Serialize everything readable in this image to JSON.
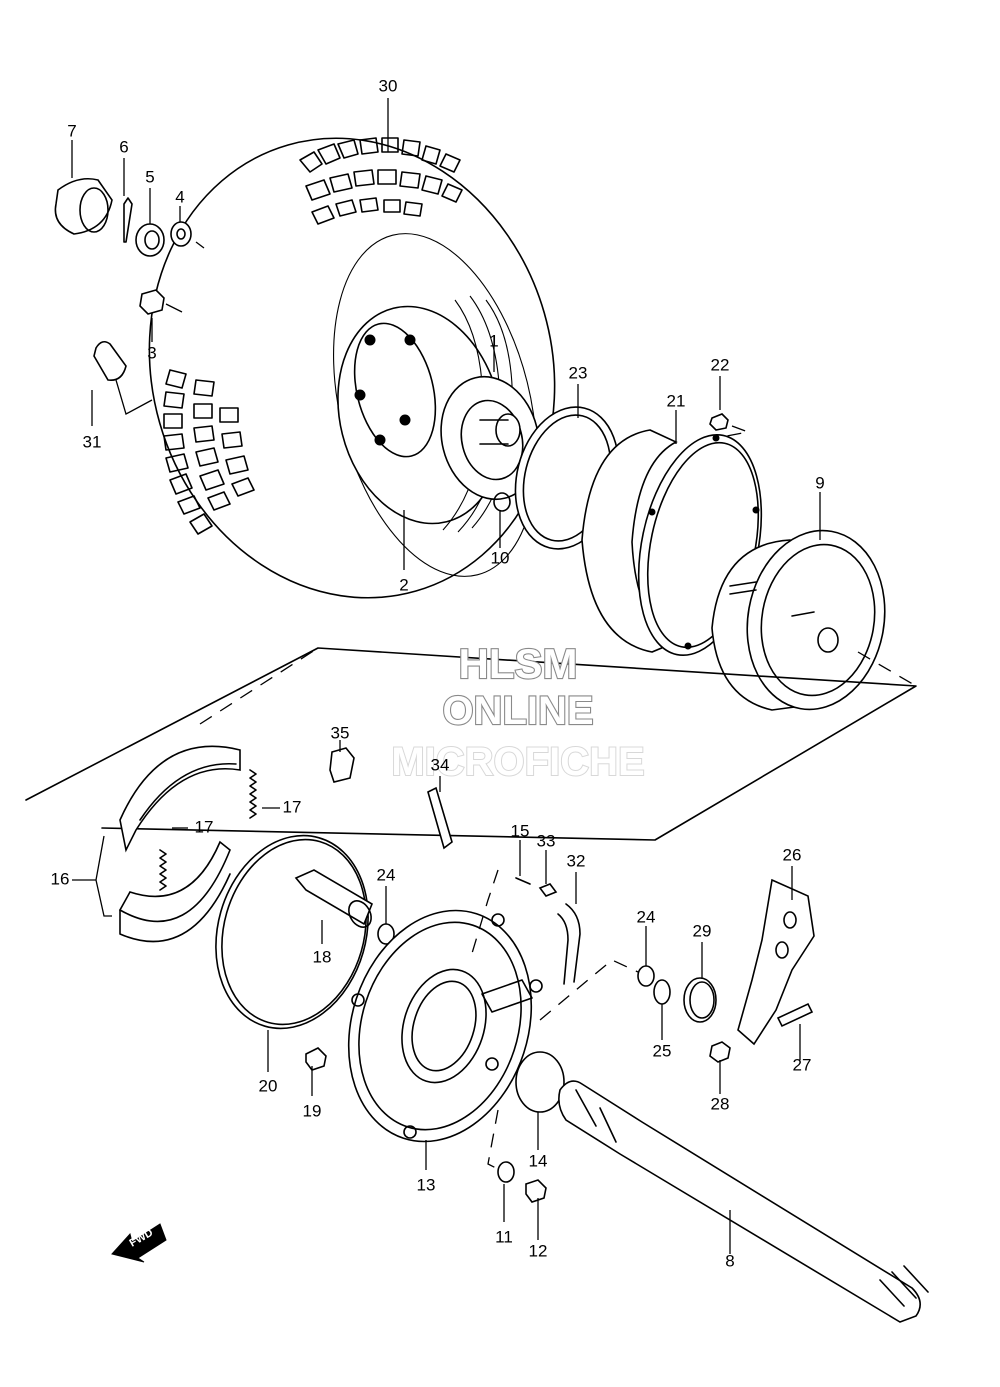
{
  "watermark": {
    "line1": "HLSM",
    "line2": "ONLINE",
    "line3": "MICROFICHE"
  },
  "fwd_label": "FWD",
  "callouts": {
    "c30": "30",
    "c7": "7",
    "c6": "6",
    "c5": "5",
    "c4": "4",
    "c3": "3",
    "c31": "31",
    "c1": "1",
    "c2": "2",
    "c10": "10",
    "c23": "23",
    "c22": "22",
    "c21": "21",
    "c9": "9",
    "c35": "35",
    "c34": "34",
    "c17a": "17",
    "c17b": "17",
    "c16": "16",
    "c24a": "24",
    "c18": "18",
    "c20": "20",
    "c19": "19",
    "c15": "15",
    "c33": "33",
    "c32": "32",
    "c24b": "24",
    "c29": "29",
    "c26": "26",
    "c25": "25",
    "c27": "27",
    "c28": "28",
    "c14": "14",
    "c13": "13",
    "c11": "11",
    "c12": "12",
    "c8": "8"
  }
}
